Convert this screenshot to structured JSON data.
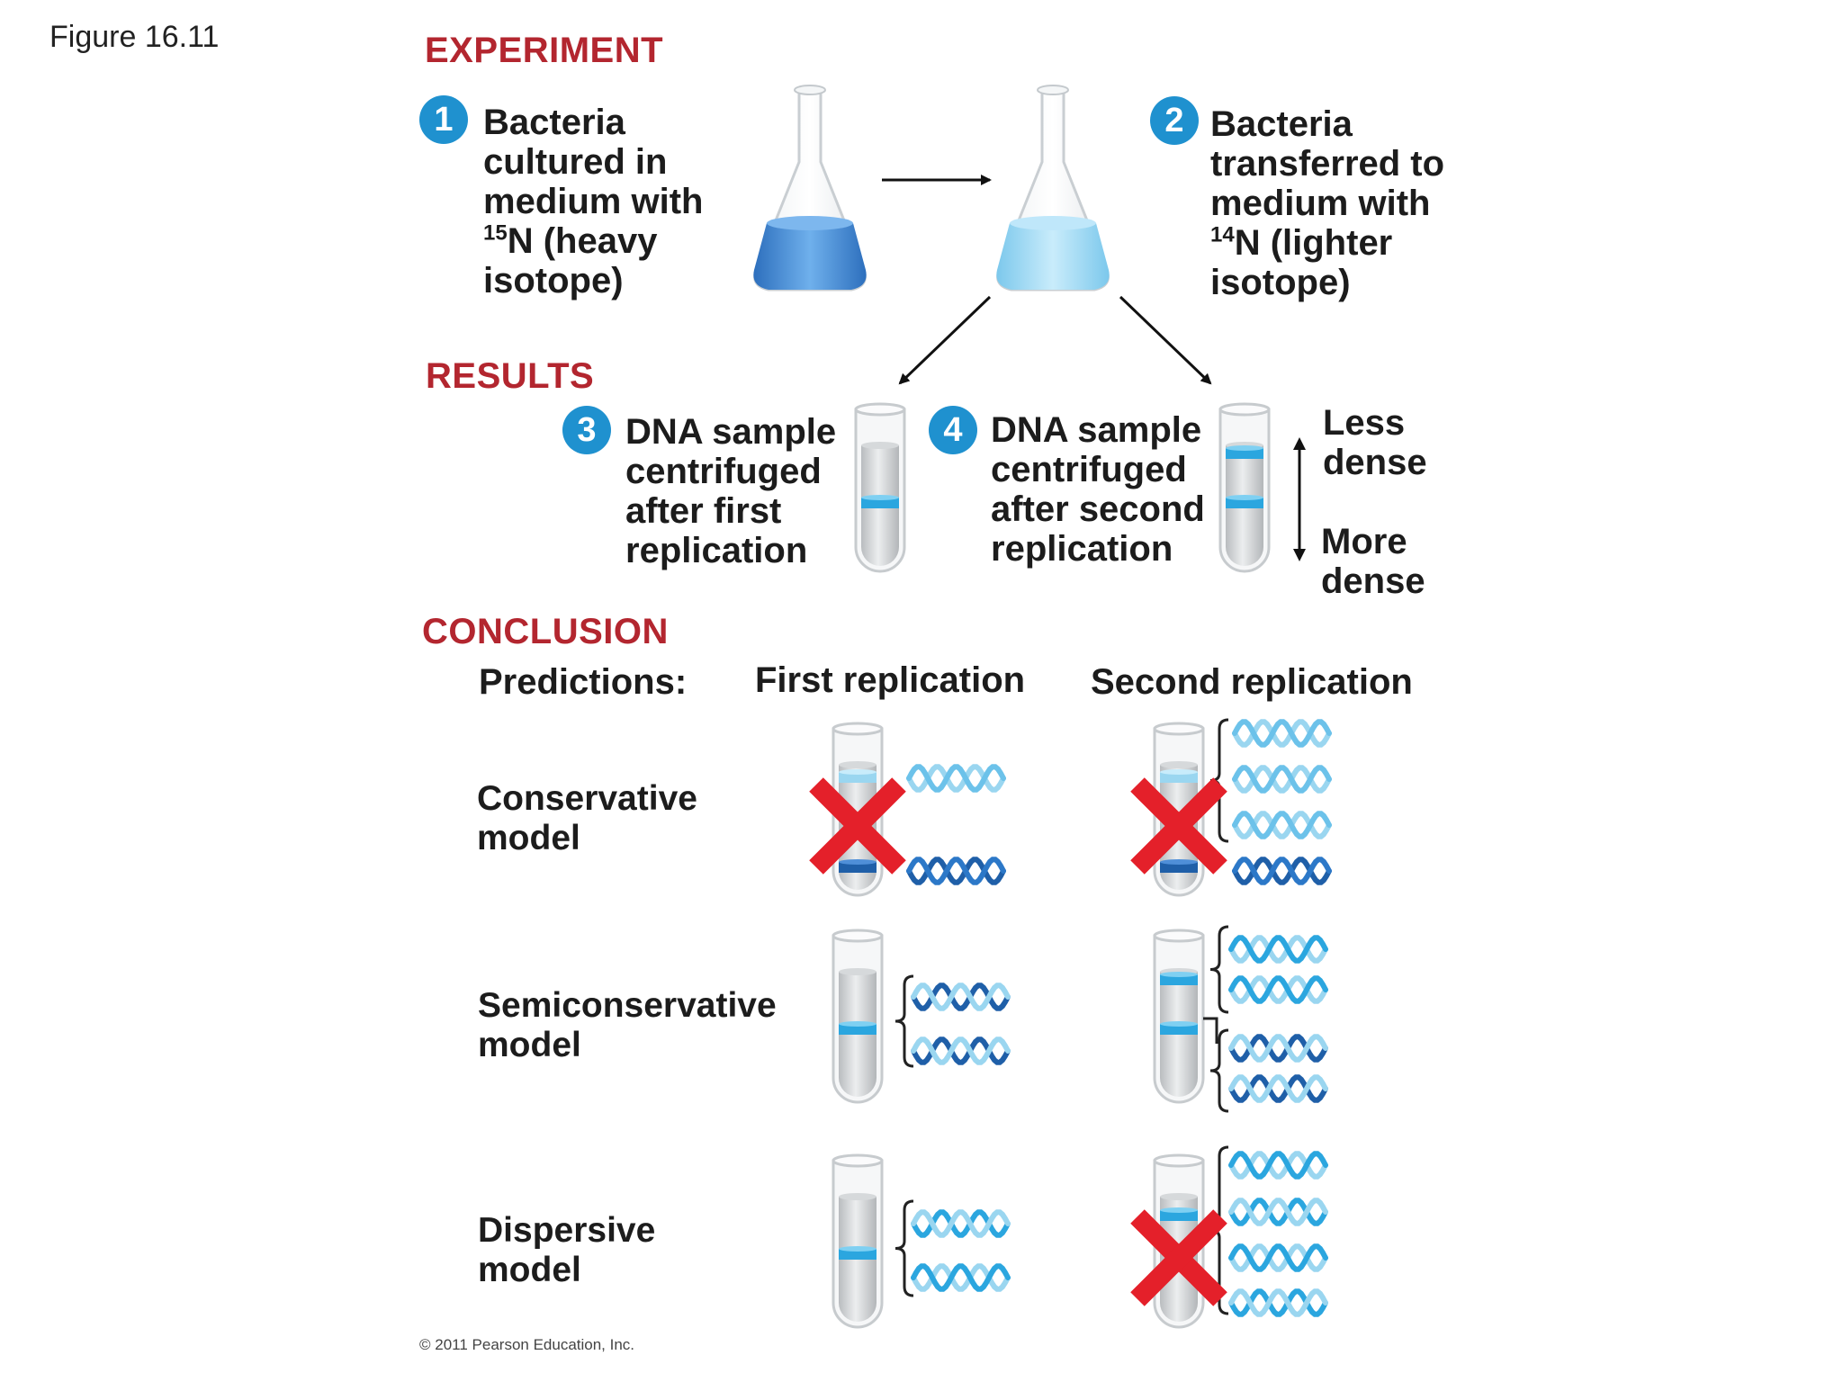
{
  "figure_label": "Figure 16.11",
  "sections": {
    "experiment": "EXPERIMENT",
    "results": "RESULTS",
    "conclusion": "CONCLUSION"
  },
  "steps": [
    {
      "number": "1",
      "lines": [
        "Bacteria",
        "cultured in",
        "medium with"
      ],
      "isotope_sup": "15",
      "isotope_rest": "N (heavy",
      "last_line": "isotope)"
    },
    {
      "number": "2",
      "lines": [
        "Bacteria",
        "transferred to",
        "medium with"
      ],
      "isotope_sup": "14",
      "isotope_rest": "N (lighter",
      "last_line": "isotope)"
    },
    {
      "number": "3",
      "lines": [
        "DNA sample",
        "centrifuged",
        "after first",
        "replication"
      ]
    },
    {
      "number": "4",
      "lines": [
        "DNA sample",
        "centrifuged",
        "after second",
        "replication"
      ]
    }
  ],
  "density": {
    "less": [
      "Less",
      "dense"
    ],
    "more": [
      "More",
      "dense"
    ]
  },
  "predictions": {
    "header": "Predictions:",
    "col_first": "First replication",
    "col_second": "Second replication",
    "models": [
      {
        "name_lines": [
          "Conservative",
          "model"
        ],
        "first_rejected": true,
        "second_rejected": true
      },
      {
        "name_lines": [
          "Semiconservative",
          "model"
        ],
        "first_rejected": false,
        "second_rejected": false
      },
      {
        "name_lines": [
          "Dispersive",
          "model"
        ],
        "first_rejected": false,
        "second_rejected": true
      }
    ]
  },
  "colors": {
    "heavy": "#1f5fa8",
    "light": "#9ad6f0",
    "band": "#2ba6df",
    "section_red": "#b3262f",
    "x_red": "#e4202a",
    "number_blue": "#1f91cf"
  },
  "copyright": "© 2011 Pearson Education, Inc."
}
